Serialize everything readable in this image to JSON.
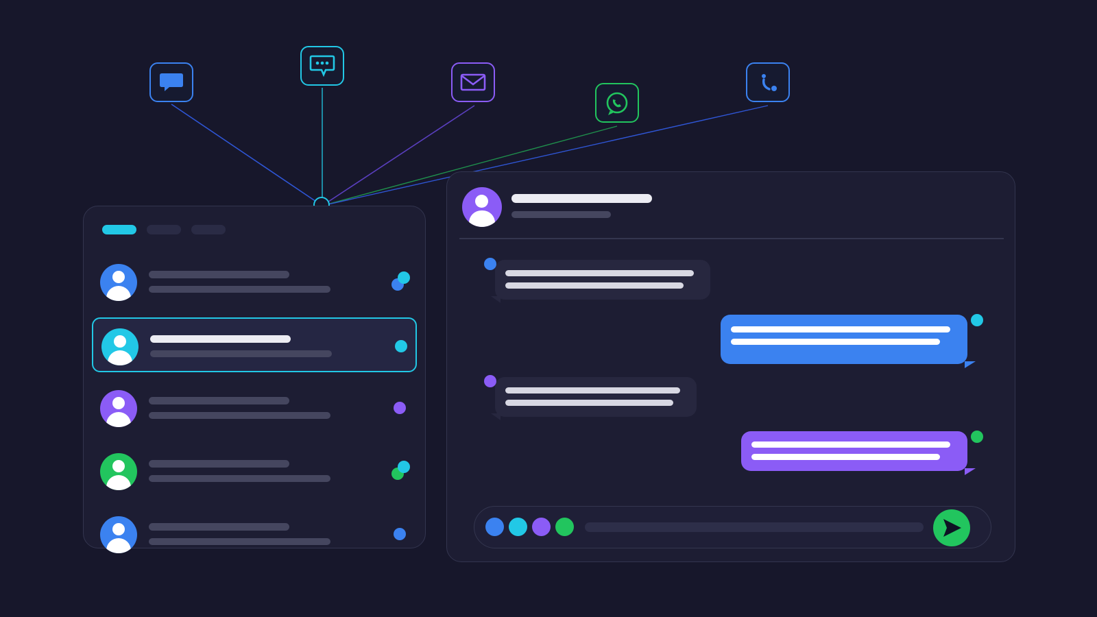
{
  "colors": {
    "background": "#17172b",
    "panel": "#1d1d33",
    "blue": "#3b82f0",
    "cyan": "#22c8e6",
    "purple": "#8b5cf6",
    "green": "#22c55e",
    "indigo": "#2f56d6",
    "placeholder_bar": "#45465f",
    "light_bar": "#ececf3"
  },
  "channels": [
    {
      "icon": "chat-bubble-icon",
      "color": "#3b82f0"
    },
    {
      "icon": "sms-icon",
      "color": "#22c8e6"
    },
    {
      "icon": "email-icon",
      "color": "#8b5cf6"
    },
    {
      "icon": "whatsapp-icon",
      "color": "#22c55e"
    },
    {
      "icon": "phone-icon",
      "color": "#3b82f0"
    }
  ],
  "inbox": {
    "tabs": [
      {
        "state": "active",
        "color": "#22c8e6"
      },
      {
        "state": "inactive",
        "color": "#2a2b45"
      },
      {
        "state": "inactive",
        "color": "#2a2b45"
      }
    ],
    "conversations": [
      {
        "avatar_color": "#3b82f0",
        "selected": false,
        "badges": [
          "#3b82f0",
          "#22c8e6"
        ]
      },
      {
        "avatar_color": "#22c8e6",
        "selected": true,
        "badges": [
          "#22c8e6"
        ]
      },
      {
        "avatar_color": "#8b5cf6",
        "selected": false,
        "badges": [
          "#8b5cf6"
        ]
      },
      {
        "avatar_color": "#22c55e",
        "selected": false,
        "badges": [
          "#22c55e",
          "#22c8e6"
        ]
      },
      {
        "avatar_color": "#3b82f0",
        "selected": false,
        "badges": [
          "#3b82f0"
        ]
      }
    ]
  },
  "chat": {
    "contact_avatar_color": "#8b5cf6",
    "messages": [
      {
        "direction": "incoming",
        "channel_color": "#3b82f0",
        "bubble_color": "#27273f",
        "lines": 2
      },
      {
        "direction": "outgoing",
        "channel_color": "#22c8e6",
        "bubble_color": "#3b82f0",
        "lines": 2
      },
      {
        "direction": "incoming",
        "channel_color": "#8b5cf6",
        "bubble_color": "#27273f",
        "lines": 2
      },
      {
        "direction": "outgoing",
        "channel_color": "#22c55e",
        "bubble_color": "#8b5cf6",
        "lines": 2
      }
    ],
    "composer": {
      "channel_dots": [
        "#3b82f0",
        "#22c8e6",
        "#8b5cf6",
        "#22c55e"
      ],
      "send_icon": "send-icon",
      "send_color": "#22c55e"
    }
  }
}
